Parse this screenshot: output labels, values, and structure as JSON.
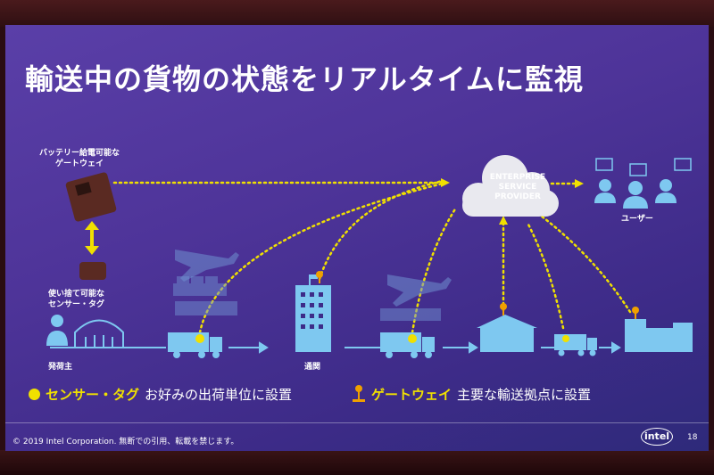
{
  "slide": {
    "title": "輸送中の貨物の状態をリアルタイムに監視",
    "cloud": {
      "line1": "ENTERPRISE",
      "line2": "SERVICE",
      "line3": "PROVIDER"
    },
    "labels": {
      "gateway_battery": "バッテリー給電可能な\nゲートウェイ",
      "sensor_disposable": "使い捨て可能な\nセンサー・タグ",
      "shipper": "発荷主",
      "customs": "通関",
      "users": "ユーザー"
    },
    "legend": {
      "sensor_key": "センサー・タグ",
      "sensor_desc": "お好みの出荷単位に設置",
      "gateway_key": "ゲートウェイ",
      "gateway_desc": "主要な輸送拠点に設置"
    },
    "footer": {
      "copyright": "© 2019 Intel Corporation. 無断での引用、転載を禁じます。",
      "logo_text": "intel",
      "page_number": "18"
    },
    "colors": {
      "accent_yellow": "#f0e000",
      "icon_blue": "#7ec8f0",
      "background": "#4e3499"
    }
  }
}
